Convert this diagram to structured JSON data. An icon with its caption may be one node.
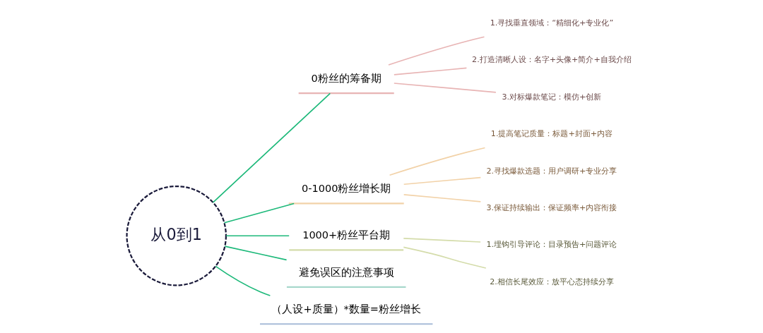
{
  "diagram": {
    "nodes": [
      {
        "text": [
          "从0到1"
        ]
      },
      {
        "text": [
          "0粉丝的筹备期"
        ]
      },
      {
        "text": [
          "1.寻找垂直领域：“精细化+专业化”"
        ]
      },
      {
        "text": [
          "2.打造清晰人设：名字+头像+简介+自我介绍"
        ]
      },
      {
        "text": [
          "3.对标爆款笔记：模仿+创新"
        ]
      },
      {
        "text": [
          "0-1000粉丝增长期"
        ]
      },
      {
        "text": [
          "1.提高笔记质量：标题+封面+内容"
        ]
      },
      {
        "text": [
          "2.寻找爆款选题：用户调研+专业分享"
        ]
      },
      {
        "text": [
          "3.保证持续输出：保证频率+内容衔接"
        ]
      },
      {
        "text": [
          "1000+粉丝平台期"
        ]
      },
      {
        "text": [
          "1.埋钩引导评论：目录预告+问题评论"
        ]
      },
      {
        "text": [
          "2.相信长尾效应：放平心态持续分享"
        ]
      },
      {
        "text": [
          "避免误区的注意事项"
        ]
      },
      {
        "text": [
          "（人设+质量）*数量=粉丝增长"
        ]
      }
    ],
    "edges": [
      {
        "from": 0,
        "to": 1,
        "arrow": "none",
        "color": "#1db97a"
      },
      {
        "from": 1,
        "to": 2,
        "arrow": "none",
        "color": "#e8b4b4"
      },
      {
        "from": 1,
        "to": 3,
        "arrow": "none",
        "color": "#e8b4b4"
      },
      {
        "from": 1,
        "to": 4,
        "arrow": "none",
        "color": "#e8b4b4"
      },
      {
        "from": 0,
        "to": 5,
        "arrow": "none",
        "color": "#1db97a"
      },
      {
        "from": 5,
        "to": 6,
        "arrow": "none",
        "color": "#f2d2a8"
      },
      {
        "from": 5,
        "to": 7,
        "arrow": "none",
        "color": "#f2d2a8"
      },
      {
        "from": 5,
        "to": 8,
        "arrow": "none",
        "color": "#f2d2a8"
      },
      {
        "from": 0,
        "to": 9,
        "arrow": "none",
        "color": "#1db97a"
      },
      {
        "from": 9,
        "to": 10,
        "arrow": "none",
        "color": "#d4dcaa"
      },
      {
        "from": 9,
        "to": 11,
        "arrow": "none",
        "color": "#d4dcaa"
      },
      {
        "from": 0,
        "to": 12,
        "arrow": "none",
        "color": "#1db97a"
      },
      {
        "from": 0,
        "to": 13,
        "arrow": "none",
        "color": "#1db97a"
      }
    ]
  }
}
